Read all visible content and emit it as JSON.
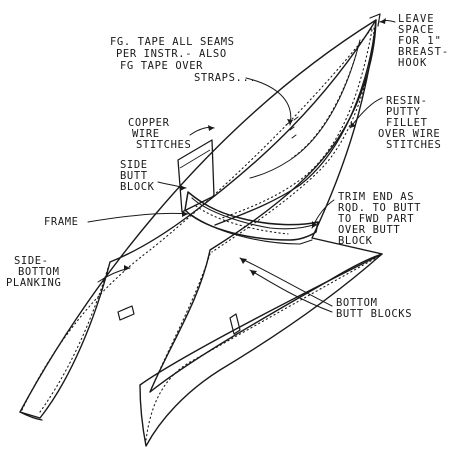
{
  "labels": {
    "leave_space": [
      "LEAVE",
      "SPACE",
      "FOR 1\"",
      "BREAST-",
      "HOOK"
    ],
    "fg_tape": [
      "FG. TAPE ALL SEAMS",
      "PER INSTR.- ALSO",
      "FG TAPE OVER",
      "STRAPS..."
    ],
    "copper_wire": [
      "COPPER",
      "WIRE",
      "STITCHES"
    ],
    "resin_putty": [
      "RESIN-",
      "PUTTY",
      "FILLET",
      "OVER WIRE",
      "STITCHES"
    ],
    "side_butt_block": [
      "SIDE",
      "BUTT",
      "BLOCK"
    ],
    "trim_end": [
      "TRIM END AS",
      "RQD. TO BUTT",
      "TO FWD PART",
      "OVER BUTT",
      "BLOCK"
    ],
    "frame": [
      "FRAME"
    ],
    "side_bottom_planking": [
      "SIDE-",
      "BOTTOM",
      "PLANKING"
    ],
    "bottom_butt_blocks": [
      "BOTTOM",
      "BUTT BLOCKS"
    ]
  },
  "colors": {
    "ink": "#1a1a1a",
    "paper": "#ffffff"
  }
}
